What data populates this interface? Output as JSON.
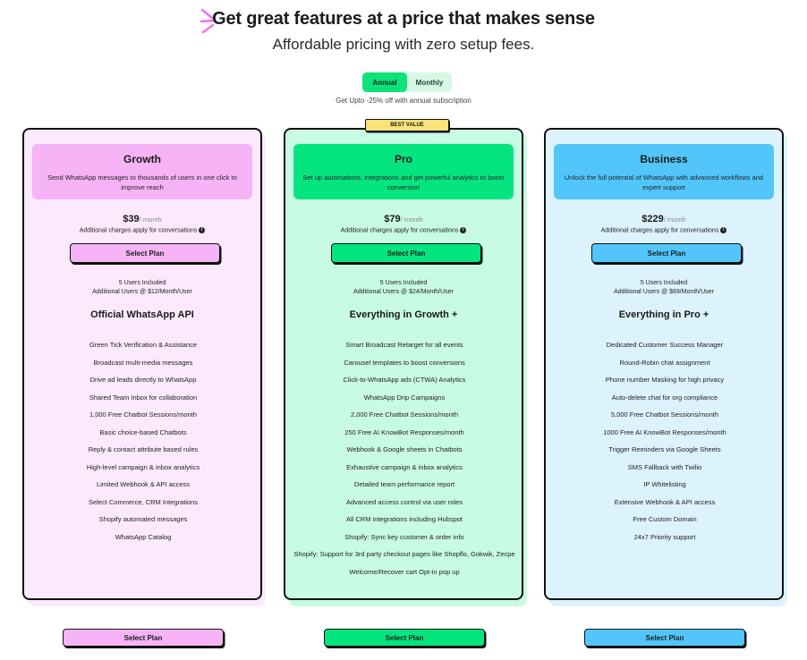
{
  "header": {
    "title": "Get great features at a price that makes sense",
    "subtitle": "Affordable pricing with zero setup fees."
  },
  "billing_toggle": {
    "options": [
      "Annual",
      "Monthly"
    ],
    "selected": "Annual",
    "discount_note": "Get Upto -25% off with annual subscription"
  },
  "badge": "BEST VALUE",
  "colors": {
    "growth_bg": "#fde9fd",
    "growth_head": "#f6b3f6",
    "pro_bg": "#c8fbe3",
    "pro_head": "#05e57f",
    "business_bg": "#dcf3fd",
    "business_head": "#52c6fb",
    "accent_green": "#0ee27a"
  },
  "plans": [
    {
      "name": "Growth",
      "description": "Send WhatsApp messages to thousands of users in one click to improve reach",
      "price": "$39",
      "period": "/ month",
      "charges": "Additional charges apply for conversations",
      "button": "Select Plan",
      "users_included": "5 Users Included",
      "additional_users": "Additional Users @ $12/Month/User",
      "section_title": "Official WhatsApp API",
      "features": [
        "Green Tick Verification & Assistance",
        "Broadcast multi-media messages",
        "Drive ad leads directly to WhatsApp",
        "Shared Team Inbox for collaboration",
        "1,000 Free Chatbot Sessions/month",
        "Basic choice-based Chatbots",
        "Reply & contact attribute based rules",
        "High-level campaign & inbox analytics",
        "Limited Webhook & API access",
        "Select Commerce, CRM Integrations",
        "Shopify automated messages",
        "WhatsApp Catalog"
      ]
    },
    {
      "name": "Pro",
      "description": "Set up automations, integrations and get powerful analytics to boost conversion",
      "price": "$79",
      "period": "/ month",
      "charges": "Additional charges apply for conversations",
      "button": "Select Plan",
      "users_included": "5 Users Included",
      "additional_users": "Additional Users @ $24/Month/User",
      "section_title": "Everything in Growth +",
      "features": [
        "Smart Broadcast Retarget for all events",
        "Carousel templates to boost conversions",
        "Click-to-WhatsApp ads (CTWA) Analytics",
        "WhatsApp Drip Campaigns",
        "2,000 Free Chatbot Sessions/month",
        "250 Free AI KnowBot Responses/month",
        "Webhook & Google sheets in Chatbots",
        "Exhaustive campaign & inbox analytics",
        "Detailed team performance report",
        "Advanced access control via user roles",
        "All CRM integrations including Hubspot",
        "Shopify: Sync key customer & order info",
        "Shopify: Support for 3rd party checkout pages like Shopflo, Gokwik, Zecpe",
        "Welcome/Recover cart Opt-in pop up"
      ]
    },
    {
      "name": "Business",
      "description": "Unlock the full potential of WhatsApp with advanced workflows and expert support",
      "price": "$229",
      "period": "/ month",
      "charges": "Additional charges apply for conversations",
      "button": "Select Plan",
      "users_included": "5 Users Included",
      "additional_users": "Additional Users @ $69/Month/User",
      "section_title": "Everything in Pro +",
      "features": [
        "Dedicated Customer Success Manager",
        "Round-Robin chat assignment",
        "Phone number Masking for high privacy",
        "Auto-delete chat for org compliance",
        "5,000 Free Chatbot Sessions/month",
        "1000 Free AI KnowBot Responses/month",
        "Trigger Reminders via Google Sheets",
        "SMS Fallback with Twilio",
        "IP Whitelisting",
        "Extensive Webhook & API access",
        "Free Custom Domain",
        "24x7 Priority support"
      ]
    }
  ],
  "bottom_buttons": [
    "Select Plan",
    "Select Plan",
    "Select Plan"
  ]
}
